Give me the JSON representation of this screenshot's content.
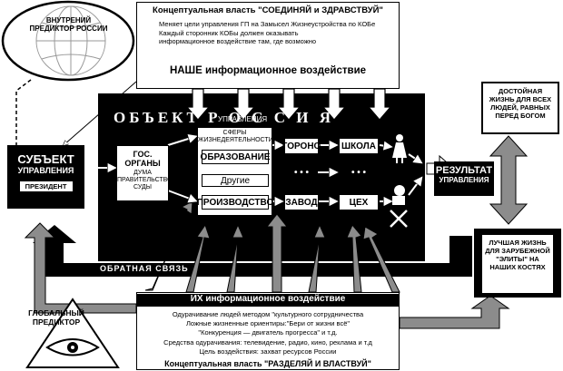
{
  "internal_predictor": "ВНУТРЕНИЙ ПРЕДИКТОР РОССИИ",
  "top": {
    "title": "Концептуальная власть \"СОЕДИНЯЙ и ЗДРАВСТВУЙ\"",
    "line1": "Меняет цели управления ГП на Замысел Жизнеустройства по КОБе",
    "line2": "Каждый сторонник КОБы должен оказывать",
    "line3": "информационное воздействие там, где возможно",
    "ours": "НАШЕ информационное воздействие"
  },
  "object": {
    "title": "ОБЪЕКТ  Р О С С И Я",
    "subtitle": "УПРАВЛЕНИЯ"
  },
  "subject": {
    "title": "СУБЪЕКТ",
    "subtitle": "УПРАВЛЕНИЯ",
    "president": "ПРЕЗИДЕНТ"
  },
  "gov": {
    "title": "ГОС. ОРГАНЫ",
    "details": "ДУМА ПРАВИТЕЛЬСТВО СУДЫ"
  },
  "spheres": {
    "title": "СФЕРЫ ЖИЗНЕДЕЯТЕЛЬНОСТИ",
    "education": "ОБРАЗОВАНИЕ",
    "other": "Другие",
    "production": "ПРОИЗВОДСТВО"
  },
  "nodes": {
    "gorono": "ГОРОНО",
    "school": "ШКОЛА",
    "dots1": "• • •",
    "dots2": "• • •",
    "factory": "ЗАВОД",
    "shop": "ЦЕХ"
  },
  "result": {
    "title": "РЕЗУЛЬТАТ",
    "subtitle": "УПРАВЛЕНИЯ"
  },
  "good_life": "ДОСТОЙНАЯ ЖИЗНЬ ДЛЯ ВСЕХ ЛЮДЕЙ, РАВНЫХ ПЕРЕД БОГОМ",
  "elite_life": "ЛУЧШАЯ ЖИЗНЬ ДЛЯ ЗАРУБЕЖНОЙ \"ЭЛИТЫ\" НА НАШИХ КОСТЯХ",
  "feedback": "ОБРАТНАЯ СВЯЗЬ",
  "global_predictor": "ГЛОБАЛЬНЫЙ ПРЕДИКТОР",
  "bottom": {
    "header": "ИХ информационное воздействие",
    "line1": "Одурачивание людей методом \"культурного сотрудничества",
    "line2": "Ложные жизненные ориентиры:\"Бери от жизни всё\"",
    "line3": "\"Конкуренция  —  двигатель прогресса\" и т.д.",
    "line4": "Средства одурачивания: телевидение, радио, кино, реклама и т.д",
    "line5": "Цель воздействия: захват ресурсов России",
    "footer": "Концептуальная власть \"РАЗДЕЛЯЙ И ВЛАСТВУЙ\""
  },
  "colors": {
    "black": "#000000",
    "arrow_gray": "#8c8c8c",
    "light_gray": "#d9d9d9",
    "white": "#ffffff"
  },
  "icons": [
    "brain-globe-icon",
    "woman-figure-icon",
    "worker-figure-icon",
    "tools-icon",
    "all-seeing-eye-icon"
  ]
}
